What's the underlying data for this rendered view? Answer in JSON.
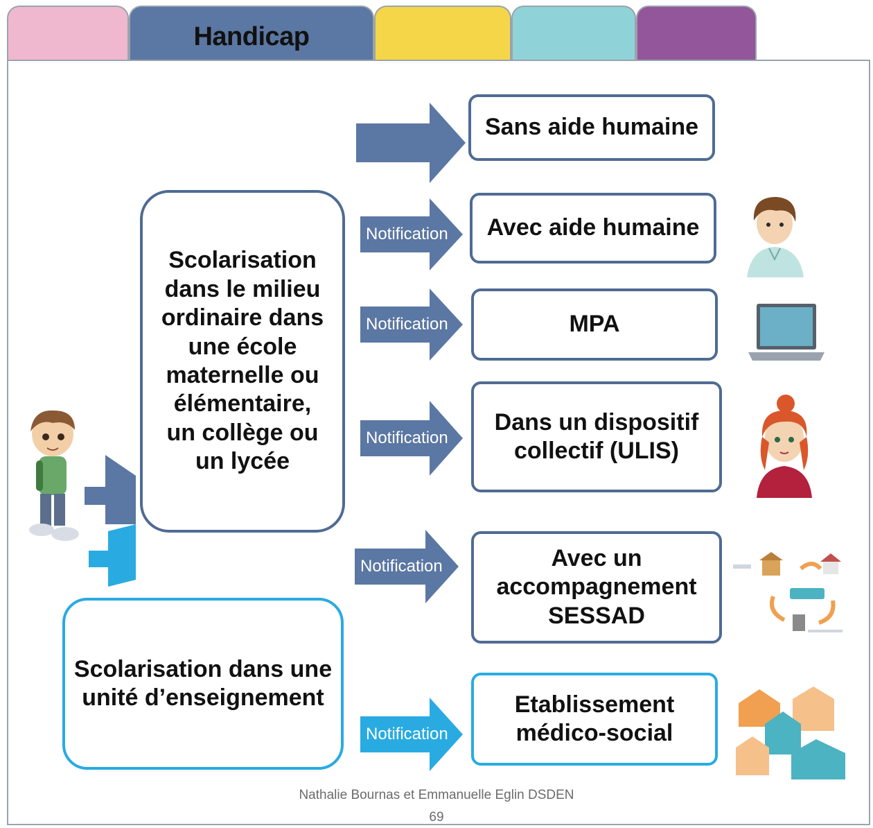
{
  "tabs": [
    {
      "label": "",
      "color": "#f0b8cf"
    },
    {
      "label": "Handicap",
      "color": "#5b77a3"
    },
    {
      "label": "",
      "color": "#f5d648"
    },
    {
      "label": "",
      "color": "#8fd3d8"
    },
    {
      "label": "",
      "color": "#93569a"
    }
  ],
  "left_boxes": {
    "milieu_ordinaire": [
      "Scolarisation",
      "dans le milieu",
      "ordinaire dans",
      "une école",
      "maternelle ou",
      "élémentaire,",
      "un collège ou",
      "un lycée"
    ],
    "unite_enseignement": [
      "Scolarisation dans une",
      "unité d’enseignement"
    ]
  },
  "options": [
    {
      "text": [
        "Sans aide humaine"
      ],
      "arrow_label": "",
      "icon": "none"
    },
    {
      "text": [
        "Avec aide humaine"
      ],
      "arrow_label": "Notification",
      "icon": "assistant-person-icon"
    },
    {
      "text": [
        "MPA"
      ],
      "arrow_label": "Notification",
      "icon": "laptop-icon"
    },
    {
      "text": [
        "Dans un dispositif",
        "collectif (ULIS)"
      ],
      "arrow_label": "Notification",
      "icon": "teacher-person-icon"
    },
    {
      "text": [
        "Avec un",
        "accompagnement",
        "SESSAD"
      ],
      "arrow_label": "Notification",
      "icon": "sessad-cycle-diagram-icon"
    },
    {
      "text": [
        "Etablissement",
        "médico-social"
      ],
      "arrow_label": "Notification",
      "icon": "houses-diagram-icon"
    }
  ],
  "colors": {
    "dark_blue": "#5b77a3",
    "cyan": "#29abe2",
    "border_dark": "#4f6b94"
  },
  "footer": {
    "credit": "Nathalie Bournas et Emmanuelle Eglin DSDEN",
    "page": "69"
  }
}
